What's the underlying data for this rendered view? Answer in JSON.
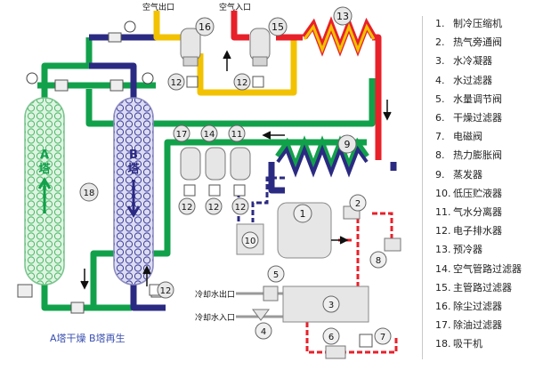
{
  "diagram": {
    "top_labels": {
      "air_outlet": "空气出口",
      "air_inlet": "空气入口"
    },
    "side_labels": {
      "cooling_water_outlet": "冷却水出口",
      "cooling_water_inlet": "冷却水入口"
    },
    "tower_a": {
      "letter": "A",
      "word": "塔"
    },
    "tower_b": {
      "letter": "B",
      "word": "塔"
    },
    "caption": "A塔干燥  B塔再生",
    "component_numbers": {
      "n1": "1",
      "n2": "2",
      "n3": "3",
      "n4": "4",
      "n5": "5",
      "n6": "6",
      "n7": "7",
      "n8": "8",
      "n9": "9",
      "n10": "10",
      "n11": "11",
      "n12a": "12",
      "n12b": "12",
      "n12c": "12",
      "n12d": "12",
      "n12e": "12",
      "n12f": "12",
      "n13": "13",
      "n14": "14",
      "n15": "15",
      "n16": "16",
      "n17": "17",
      "n18": "18"
    },
    "colors": {
      "green_pipe": "#12a14b",
      "navy_pipe": "#2b2a82",
      "red_pipe": "#e8202a",
      "yellow_pipe": "#f2c200",
      "tower_a": "#dff4e2",
      "tower_b": "#dcdcf2",
      "equipment": "#e6e6e6"
    }
  },
  "legend": {
    "items": [
      {
        "num": "1.",
        "label": "制冷压缩机"
      },
      {
        "num": "2.",
        "label": "热气旁通阀"
      },
      {
        "num": "3.",
        "label": "水冷凝器"
      },
      {
        "num": "4.",
        "label": "水过滤器"
      },
      {
        "num": "5.",
        "label": "水量调节阀"
      },
      {
        "num": "6.",
        "label": "干燥过滤器"
      },
      {
        "num": "7.",
        "label": "电磁阀"
      },
      {
        "num": "8.",
        "label": "热力膨胀阀"
      },
      {
        "num": "9.",
        "label": "蒸发器"
      },
      {
        "num": "10.",
        "label": "低压贮液器"
      },
      {
        "num": "11.",
        "label": "气水分离器"
      },
      {
        "num": "12.",
        "label": "电子排水器"
      },
      {
        "num": "13.",
        "label": "预冷器"
      },
      {
        "num": "14.",
        "label": "空气管路过滤器"
      },
      {
        "num": "15.",
        "label": "主管路过滤器"
      },
      {
        "num": "16.",
        "label": "除尘过滤器"
      },
      {
        "num": "17.",
        "label": "除油过滤器"
      },
      {
        "num": "18.",
        "label": "吸干机"
      }
    ]
  }
}
